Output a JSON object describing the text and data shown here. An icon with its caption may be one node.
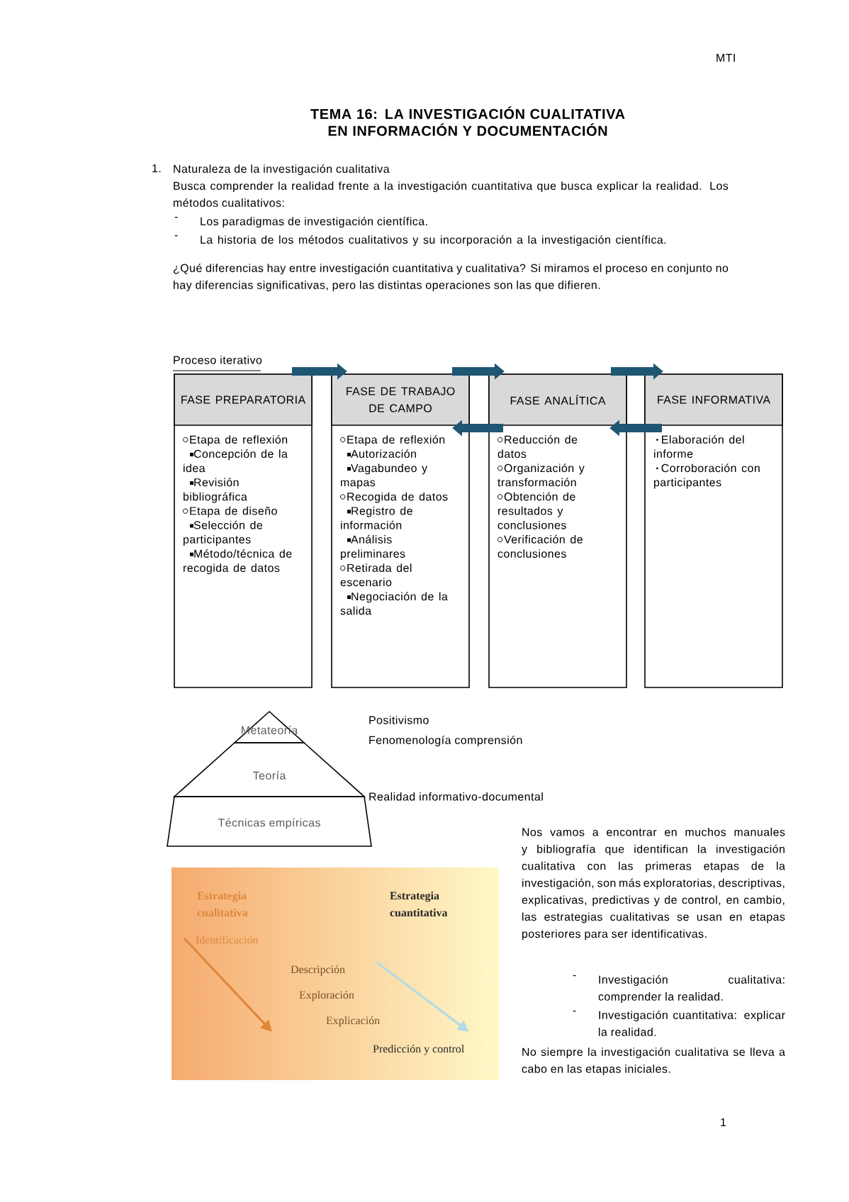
{
  "diagram": {
    "title": "TEMA 16: LA INVESTIGACIÓN CUALITATIVA EN INFORMACIÓN Y DOCUMENTACIÓN",
    "nodes": [
      {
        "text": [
          "FASE PREPARATORIA",
          "Etapa de reflexión",
          "Concepción de la idea",
          "Revisión bibliográfica",
          "Etapa de diseño",
          "Selección de participantes",
          "Método/técnica de recogida de datos"
        ]
      },
      {
        "text": [
          "FASE DE TRABAJO DE CAMPO",
          "Etapa de reflexión",
          "Autorización",
          "Vagabundeo y mapas",
          "Recogida de datos",
          "Registro de información",
          "Análisis preliminares",
          "Retirada del escenario",
          "Negociación de la salida"
        ]
      },
      {
        "text": [
          "FASE ANALÍTICA",
          "Reducción de datos",
          "Organización y transformación",
          "Obtención de resultados y conclusiones",
          "Verificación de conclusiones"
        ]
      },
      {
        "text": [
          "FASE INFORMATIVA",
          "Elaboración del informe",
          "Corroboración con participantes"
        ]
      },
      {
        "text": [
          "Metateoría"
        ]
      },
      {
        "text": [
          "Teoría"
        ]
      },
      {
        "text": [
          "Técnicas empíricas"
        ]
      },
      {
        "text": [
          "Estrategia cualitativa",
          "Estrategia cuantitativa",
          "Identificación",
          "Descripción",
          "Exploración",
          "Explicación",
          "Predicción y control"
        ]
      }
    ],
    "edges": [
      {
        "from": 0,
        "to": 1,
        "arrow": "to"
      },
      {
        "from": 1,
        "to": 2,
        "arrow": "to"
      },
      {
        "from": 2,
        "to": 3,
        "arrow": "to"
      },
      {
        "from": 2,
        "to": 1,
        "arrow": "to"
      },
      {
        "from": 3,
        "to": 2,
        "arrow": "to"
      }
    ],
    "labels": [
      "MTI",
      "1.",
      "Naturaleza de la investigación cualitativa",
      "Busca comprender la realidad frente a la investigación cuantitativa que busca explicar la realidad. Los métodos cualitativos:",
      "-",
      "Los paradigmas de investigación científica.",
      "-",
      "La historia de los métodos cualitativos y su incorporación a la investigación científica.",
      "¿Qué diferencias hay entre investigación cuantitativa y cualitativa? Si miramos el proceso en conjunto no hay diferencias significativas, pero las distintas operaciones son las que difieren.",
      "Proceso iterativo",
      "Positivismo",
      "Fenomenología comprensión",
      "Realidad informativo-documental",
      "Nos vamos a encontrar en muchos manuales y bibliografía que identifican la investigación cualitativa con las primeras etapas de la investigación, son más exploratorias, descriptivas, explicativas, predictivas y de control, en cambio, las estrategias cualitativas se usan en etapas posteriores para ser identificativas.",
      "-",
      "Investigación cualitativa: comprender la realidad.",
      "-",
      "Investigación cuantitativa: explicar la realidad.",
      "No siempre la investigación cualitativa se lleva a cabo en las etapas iniciales.",
      "1"
    ]
  }
}
